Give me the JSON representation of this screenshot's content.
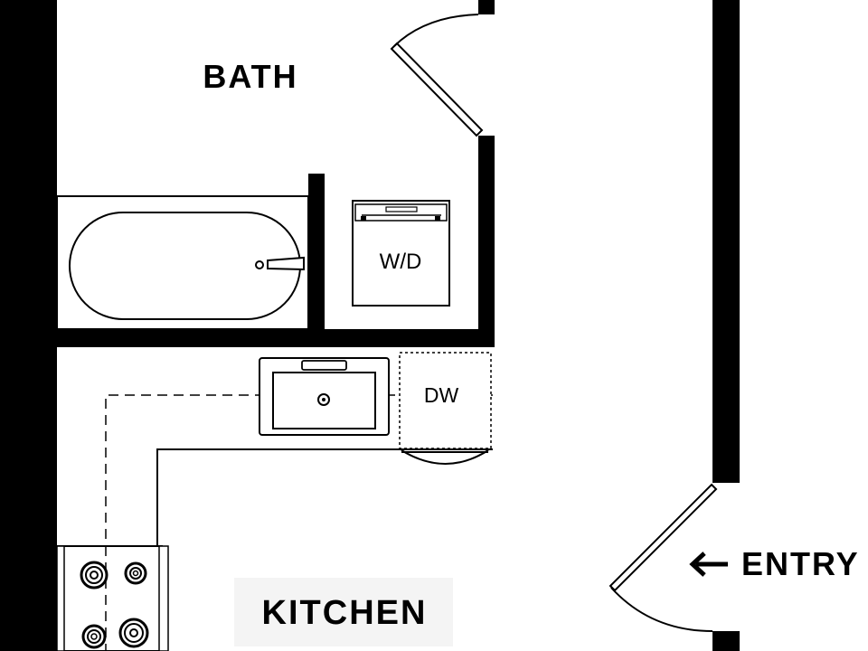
{
  "labels": {
    "bath": "BATH",
    "kitchen": "KITCHEN",
    "washer_dryer": "W/D",
    "dishwasher": "DW",
    "entry": "ENTRY"
  },
  "icons": {
    "entry_arrow": "left-arrow-icon"
  },
  "colors": {
    "wall": "#000000",
    "background": "#ffffff",
    "label_backdrop": "#f4f4f4"
  }
}
